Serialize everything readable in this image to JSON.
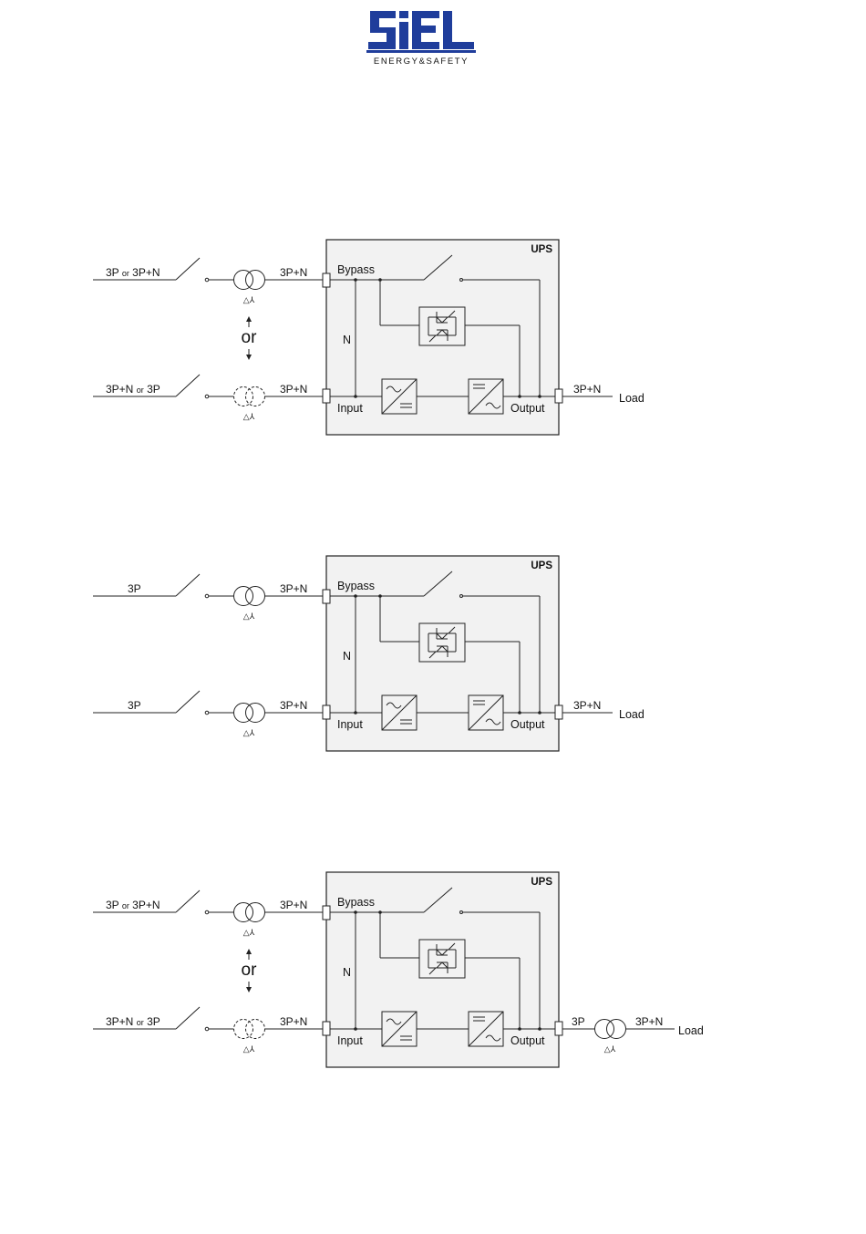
{
  "logo": {
    "brand": "SIEL",
    "tagline": "ENERGY&SAFETY",
    "color": "#1f3d9b"
  },
  "diagrams": [
    {
      "box_label": "UPS",
      "bypass_label": "Bypass",
      "neutral_label": "N",
      "input_label": "Input",
      "output_label": "Output",
      "top_supply": [
        "3P",
        "or",
        "3P+N"
      ],
      "bottom_supply": [
        "3P+N",
        "or",
        "3P"
      ],
      "top_feed": "3P+N",
      "bottom_feed": "3P+N",
      "or_label": "or",
      "output_feed": "3P+N",
      "load_label": "Load",
      "transformer_symbol": "△⅄"
    },
    {
      "box_label": "UPS",
      "bypass_label": "Bypass",
      "neutral_label": "N",
      "input_label": "Input",
      "output_label": "Output",
      "top_supply": "3P",
      "bottom_supply": "3P",
      "top_feed": "3P+N",
      "bottom_feed": "3P+N",
      "output_feed": "3P+N",
      "load_label": "Load",
      "transformer_symbol": "△⅄"
    },
    {
      "box_label": "UPS",
      "bypass_label": "Bypass",
      "neutral_label": "N",
      "input_label": "Input",
      "output_label": "Output",
      "top_supply": [
        "3P",
        "or",
        "3P+N"
      ],
      "bottom_supply": [
        "3P+N",
        "or",
        "3P"
      ],
      "top_feed": "3P+N",
      "bottom_feed": "3P+N",
      "or_label": "or",
      "output_feed": "3P",
      "output_feed_after_transformer": "3P+N",
      "load_label": "Load",
      "transformer_symbol": "△⅄"
    }
  ]
}
